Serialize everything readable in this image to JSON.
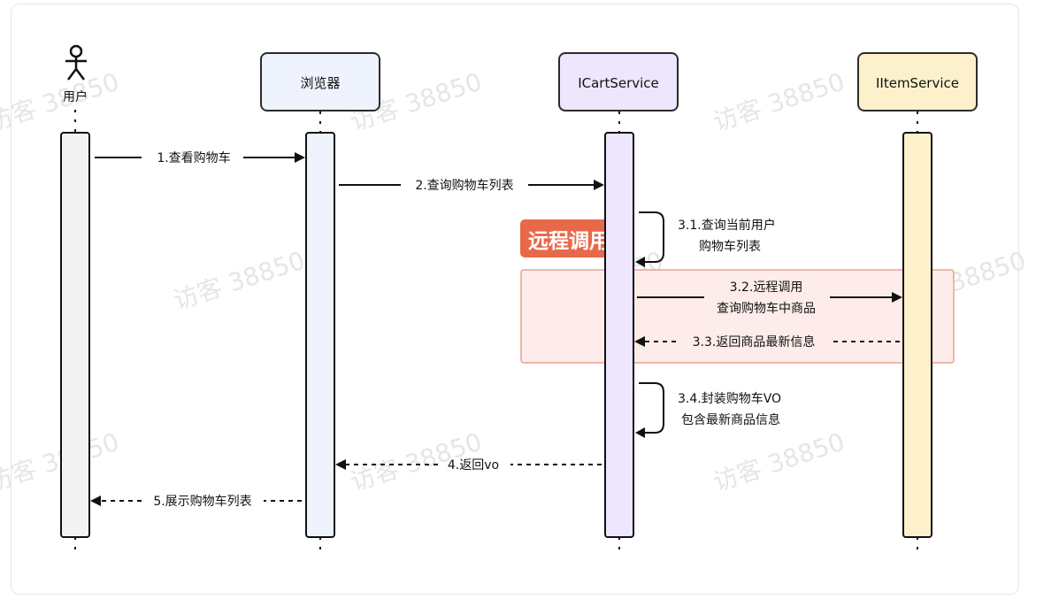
{
  "actor": {
    "label": "用户"
  },
  "participants": [
    {
      "label": "浏览器",
      "fill": "#eef3fd",
      "stroke": "#2b2b2b"
    },
    {
      "label": "ICartService",
      "fill": "#ede6fd",
      "stroke": "#2b2b2b"
    },
    {
      "label": "IItemService",
      "fill": "#fdf1cc",
      "stroke": "#2b2b2b"
    }
  ],
  "activation_colors": {
    "user": "#f3f3f3",
    "browser": "#eef3fd",
    "cart": "#ede6fd",
    "item": "#fdf1cc"
  },
  "messages": {
    "m1": "1.查看购物车",
    "m2": "2.查询购物车列表",
    "m31_line1": "3.1.查询当前用户",
    "m31_line2": "购物车列表",
    "m32_line1": "3.2.远程调用",
    "m32_line2": "查询购物车中商品",
    "m33": "3.3.返回商品最新信息",
    "m34_line1": "3.4.封装购物车VO",
    "m34_line2": "包含最新商品信息",
    "m4": "4.返回vo",
    "m5": "5.展示购物车列表"
  },
  "remote_box": {
    "tag": "远程调用",
    "tag_color": "#e8694a",
    "fill": "#fdecea",
    "stroke": "#e8a48f"
  },
  "watermark": "访客 38850"
}
